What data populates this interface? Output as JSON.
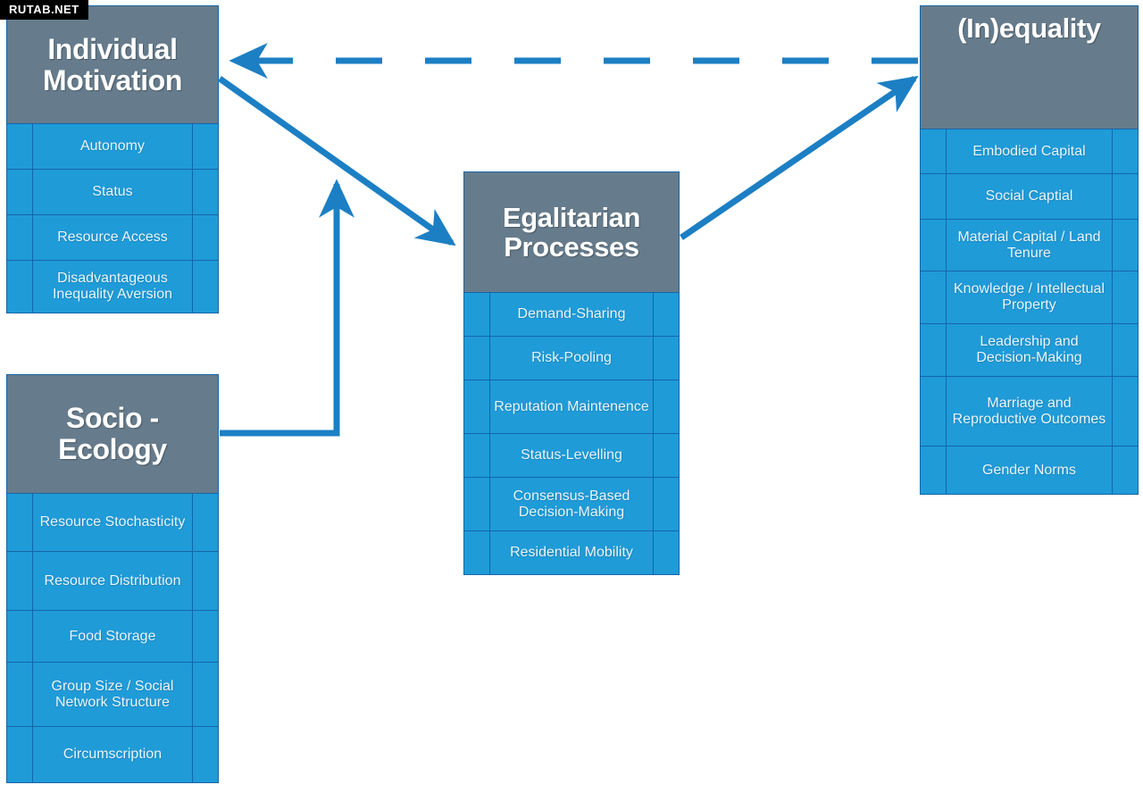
{
  "watermark": {
    "label": "RUTAB.NET"
  },
  "palette": {
    "header_gray": "#667c8c",
    "row_blue": "#1f9bd8",
    "border_blue": "#1565a8",
    "arrow_blue": "#1c7fc4",
    "text_white": "#ffffff"
  },
  "boxes": {
    "individual_motivation": {
      "title": "Individual Motivation",
      "title_lines": [
        "Individual",
        "Motivation"
      ],
      "rows": [
        {
          "label": "Autonomy"
        },
        {
          "label": "Status"
        },
        {
          "label": "Resource Access"
        },
        {
          "label": "Disadvantageous Inequality Aversion"
        }
      ]
    },
    "socio_ecology": {
      "title": "Socio - Ecology",
      "title_lines": [
        "Socio -",
        "Ecology"
      ],
      "rows": [
        {
          "label": "Resource Stochasticity"
        },
        {
          "label": "Resource Distribution"
        },
        {
          "label": "Food Storage"
        },
        {
          "label": "Group Size / Social Network Structure"
        },
        {
          "label": "Circumscription"
        }
      ]
    },
    "egalitarian_processes": {
      "title": "Egalitarian Processes",
      "title_lines": [
        "Egalitarian",
        "Processes"
      ],
      "rows": [
        {
          "label": "Demand-Sharing"
        },
        {
          "label": "Risk-Pooling"
        },
        {
          "label": "Reputation Maintenence"
        },
        {
          "label": "Status-Levelling"
        },
        {
          "label": "Consensus-Based Decision-Making"
        },
        {
          "label": "Residential Mobility"
        }
      ]
    },
    "inequality": {
      "title": "(In)equality",
      "title_lines": [
        "(In)equality"
      ],
      "rows": [
        {
          "label": "Embodied Capital"
        },
        {
          "label": "Social Captial"
        },
        {
          "label": "Material Capital / Land Tenure"
        },
        {
          "label": "Knowledge / Intellectual Property"
        },
        {
          "label": "Leadership and Decision-Making"
        },
        {
          "label": "Marriage and Reproductive Outcomes"
        },
        {
          "label": "Gender Norms"
        }
      ]
    }
  },
  "connectors": [
    {
      "name": "inequality-to-individual-motivation",
      "style": "dashed",
      "from": "inequality",
      "to": "individual_motivation"
    },
    {
      "name": "individual-motivation-to-egalitarian-processes",
      "style": "solid",
      "from": "individual_motivation",
      "to": "egalitarian_processes"
    },
    {
      "name": "egalitarian-processes-to-inequality",
      "style": "solid",
      "from": "egalitarian_processes",
      "to": "inequality"
    },
    {
      "name": "socio-ecology-to-individual-motivation",
      "style": "elbow",
      "from": "socio_ecology",
      "to": "individual_motivation"
    }
  ]
}
